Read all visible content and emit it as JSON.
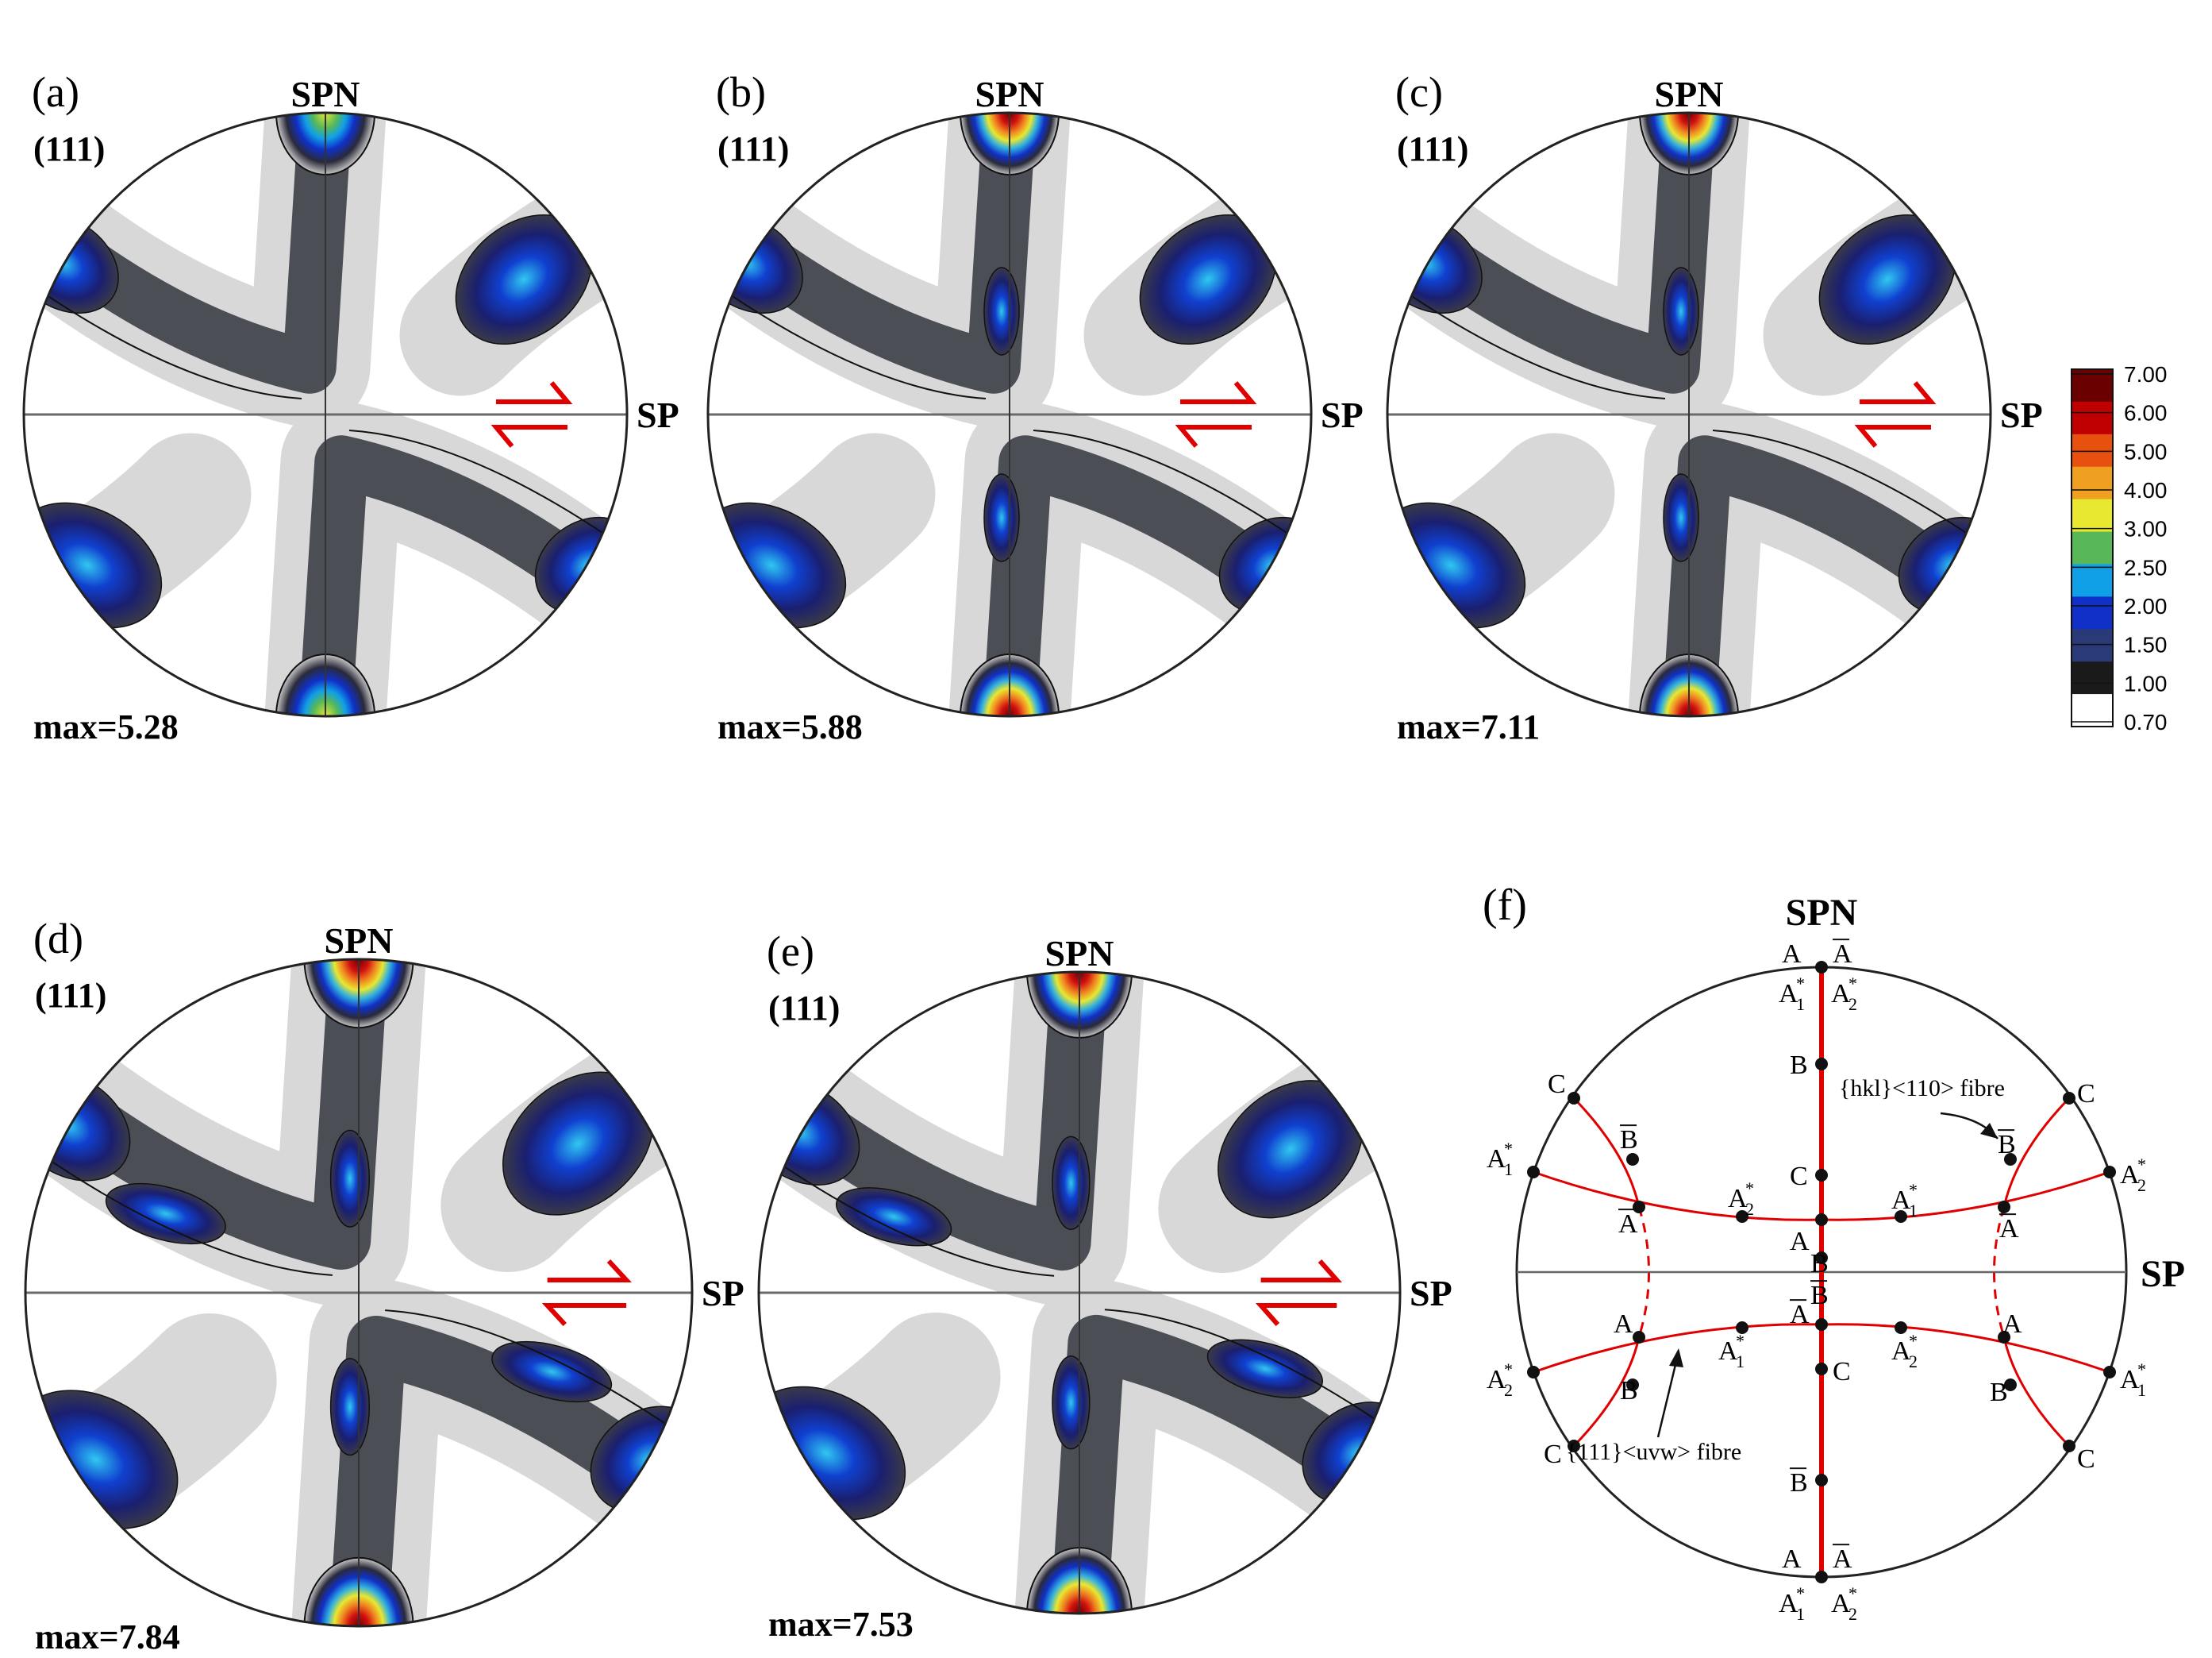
{
  "panels": [
    {
      "letter": "(a)",
      "plane": "(111)",
      "max_label": "max=5.28"
    },
    {
      "letter": "(b)",
      "plane": "(111)",
      "max_label": "max=5.88"
    },
    {
      "letter": "(c)",
      "plane": "(111)",
      "max_label": "max=7.11"
    },
    {
      "letter": "(d)",
      "plane": "(111)",
      "max_label": "max=7.84"
    },
    {
      "letter": "(e)",
      "plane": "(111)",
      "max_label": "max=7.53"
    }
  ],
  "axis_labels": {
    "top": "SPN",
    "right": "SP"
  },
  "colorbar": {
    "ticks": [
      "7.00",
      "6.00",
      "5.00",
      "4.00",
      "3.00",
      "2.50",
      "2.00",
      "1.50",
      "1.00",
      "0.70"
    ],
    "colors": [
      "#6b0000",
      "#c00000",
      "#e85010",
      "#f0a020",
      "#e8e830",
      "#58b858",
      "#10a0e8",
      "#1030c8",
      "#2a3a78",
      "#1a1a1a",
      "#ffffff"
    ]
  },
  "schematic": {
    "letter": "(f)",
    "top_label": "SPN",
    "right_label": "SP",
    "fibre_110": "{hkl}<110> fibre",
    "fibre_111": "{111}<uvw> fibre",
    "points": {
      "A": "A",
      "A_bar": "A",
      "B": "B",
      "B_bar": "B",
      "C": "C",
      "A1s": "A",
      "A2s": "A",
      "sub1": "1",
      "sub2": "2",
      "star": "*"
    }
  }
}
